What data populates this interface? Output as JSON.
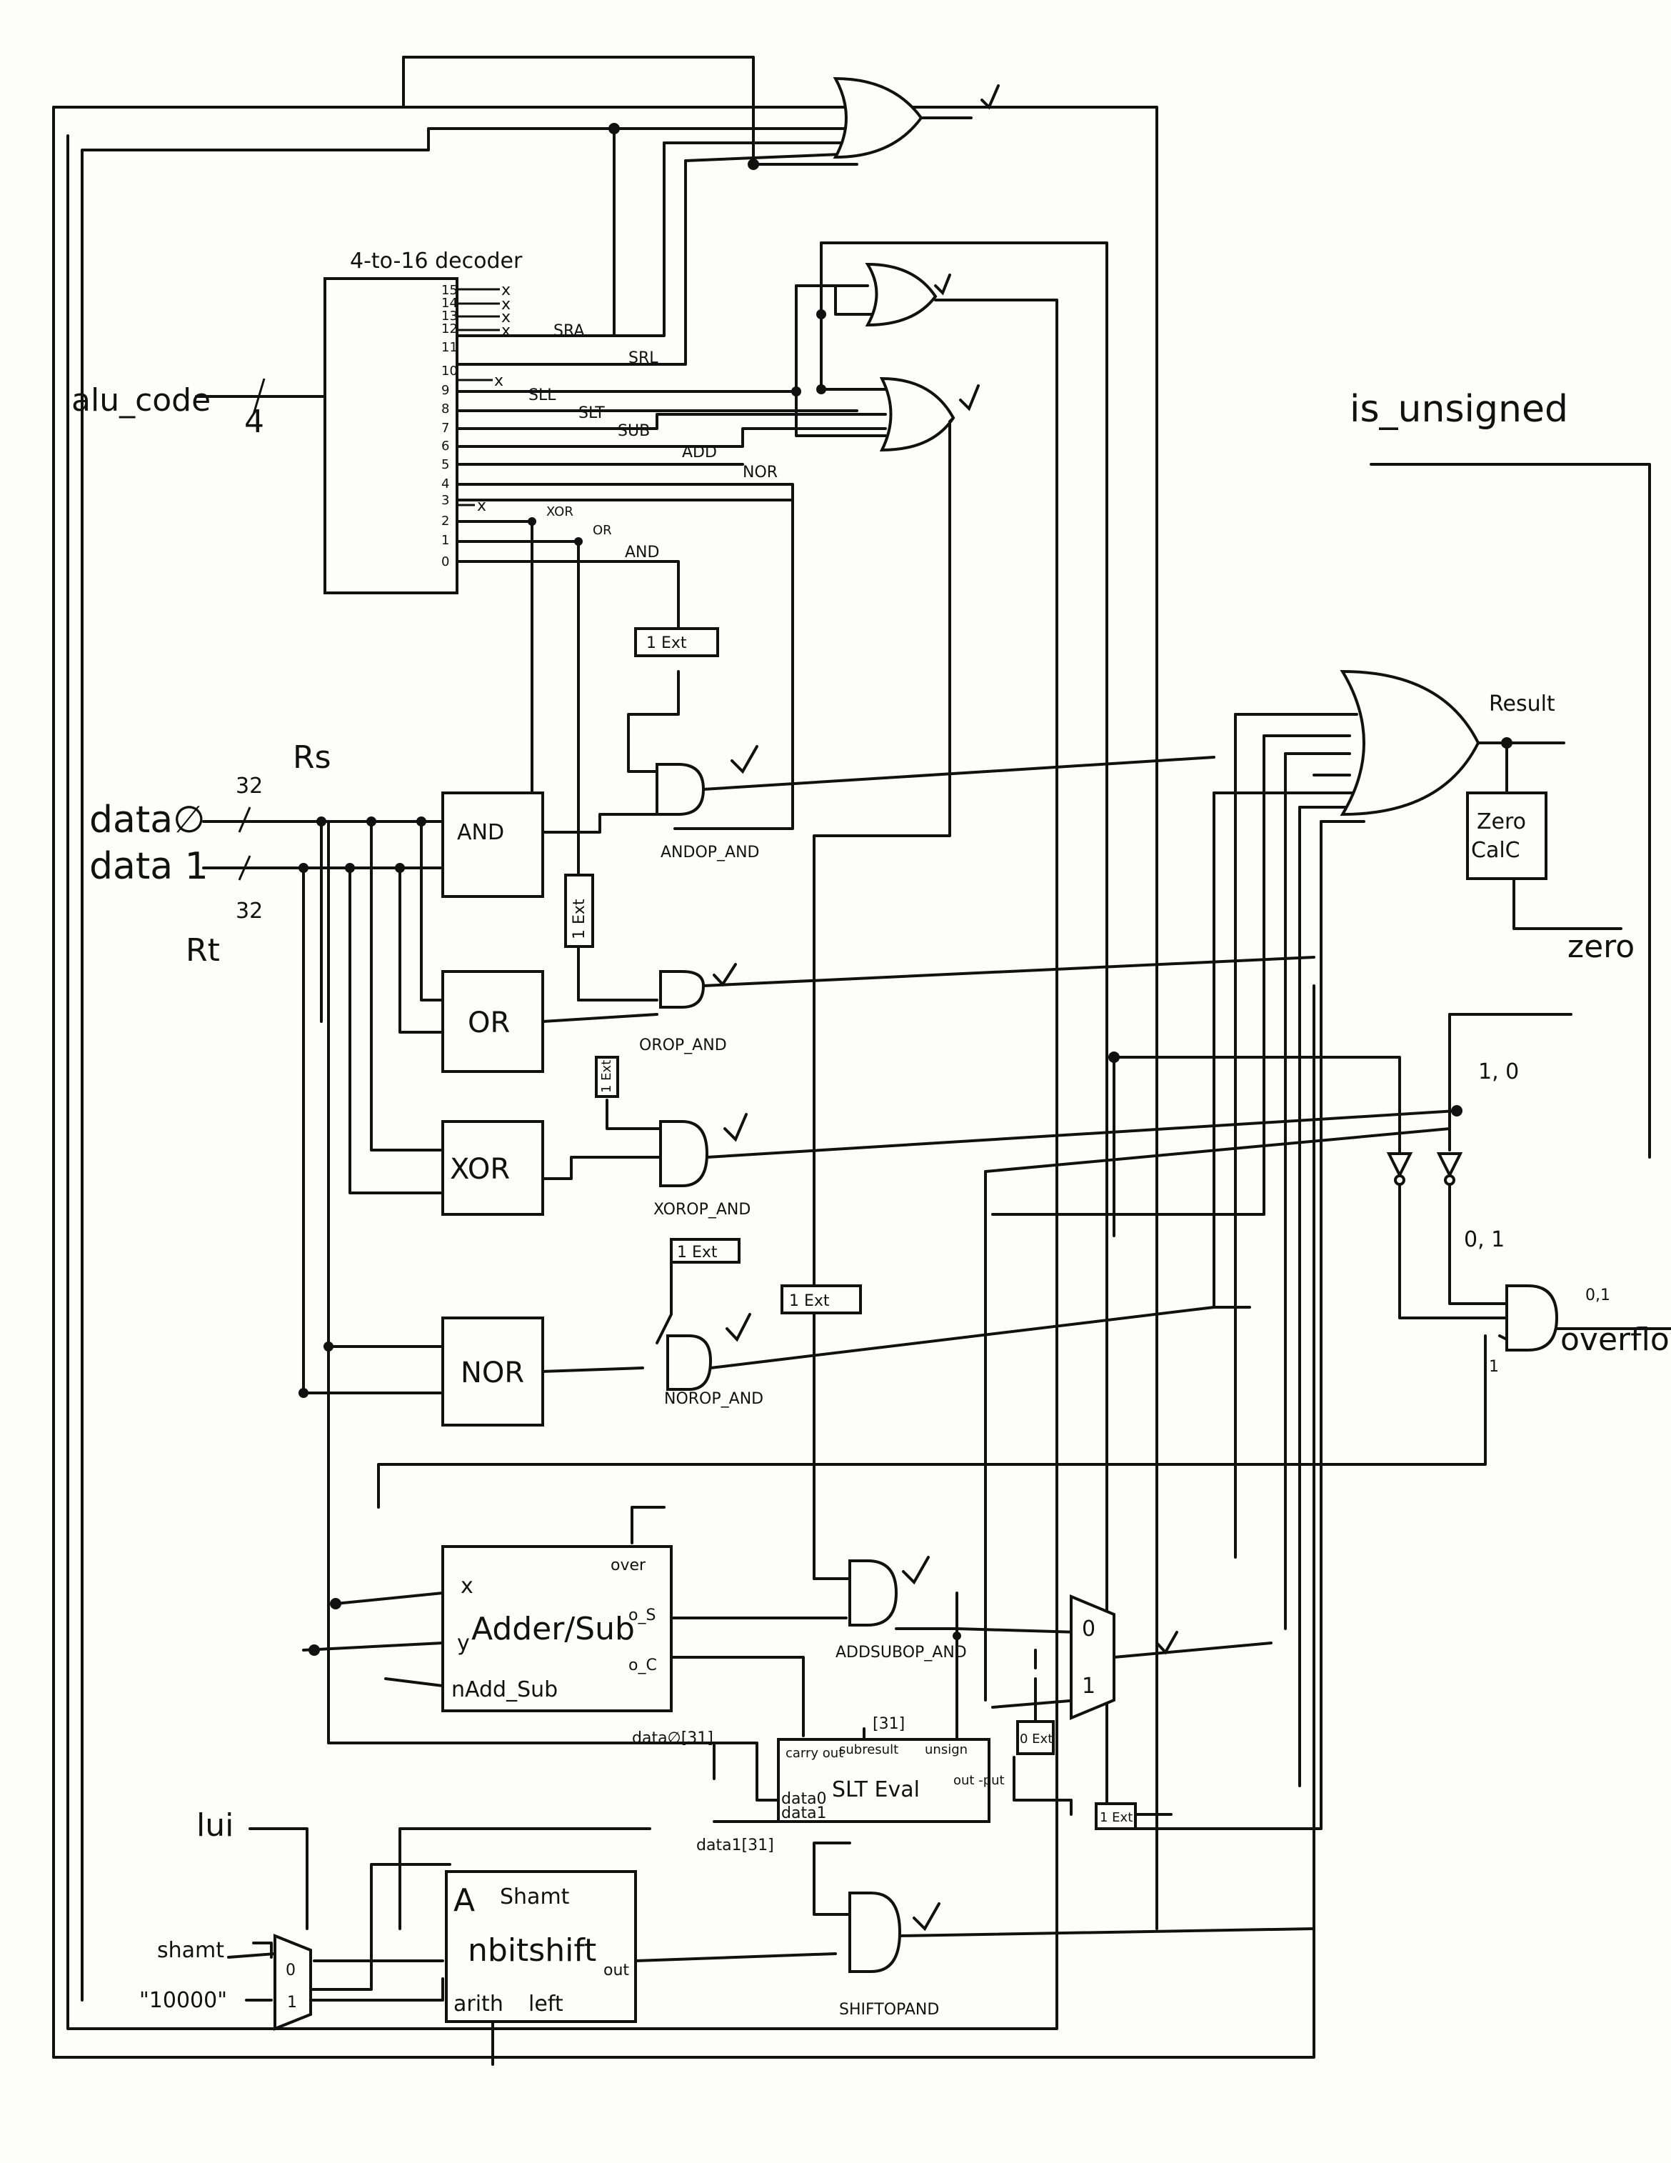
{
  "decoder": {
    "title": "4-to-16 decoder",
    "pins": [
      "15",
      "14",
      "13",
      "12",
      "11",
      "10",
      "9",
      "8",
      "7",
      "6",
      "5",
      "4",
      "3",
      "2",
      "1",
      "0"
    ],
    "unused_mark": "x",
    "outputs": [
      "SRA",
      "SRL",
      "SLL",
      "SLT",
      "SUB",
      "ADD",
      "NOR",
      "XOR",
      "OR",
      "AND"
    ]
  },
  "inputs": {
    "alu_code": "alu_code",
    "alu_code_width": "4",
    "data0": "data∅",
    "data1": "data 1",
    "width": "32",
    "rs": "Rs",
    "rt": "Rt",
    "lui": "lui",
    "shamt": "shamt",
    "const": "\"10000\""
  },
  "blocks": {
    "and": "AND",
    "or": "OR",
    "xor": "XOR",
    "nor": "NOR",
    "adder": {
      "title": "Adder/Sub",
      "x": "x",
      "y": "y",
      "nadd": "nAdd_Sub",
      "over": "over",
      "os": "o_S",
      "oc": "o_C"
    },
    "slt": {
      "title": "SLT Eval",
      "carry": "carry out",
      "subres": "subresult",
      "unsigned": "unsign",
      "out": "out -put",
      "d0": "data0",
      "d1": "data1"
    },
    "shift": {
      "title": "nbitshift",
      "a": "A",
      "shamt": "Shamt",
      "out": "out",
      "arith": "arith",
      "left": "left"
    },
    "zero_calc": [
      "Zero",
      "CalC"
    ],
    "mux_top": "0",
    "mux_bottom": "1",
    "shift_mux_top": "0",
    "shift_mux_bottom": "1"
  },
  "gate_labels": {
    "and_op": "ANDOP_AND",
    "or_op": "OROP_AND",
    "xor_op": "XOROP_AND",
    "nor_op": "NOROP_AND",
    "addsub_op": "ADDSUBOP_AND",
    "shift_op": "SHIFTOPAND"
  },
  "ext_labels": {
    "ext1": "1 Ext",
    "ext0": "0 Ext",
    "ext1_short": "1 Ext"
  },
  "bit_labels": {
    "d0_31": "data∅[31]",
    "d1_31": "data1[31]",
    "bit31": "[31]"
  },
  "outputs": {
    "result": "Result",
    "zero": "zero",
    "is_unsigned": "is_unsigned",
    "overflow": "overflow",
    "val_10": "1, 0",
    "val_01": "0, 1",
    "val_01b": "0,1",
    "one": "1"
  },
  "check": "✓"
}
